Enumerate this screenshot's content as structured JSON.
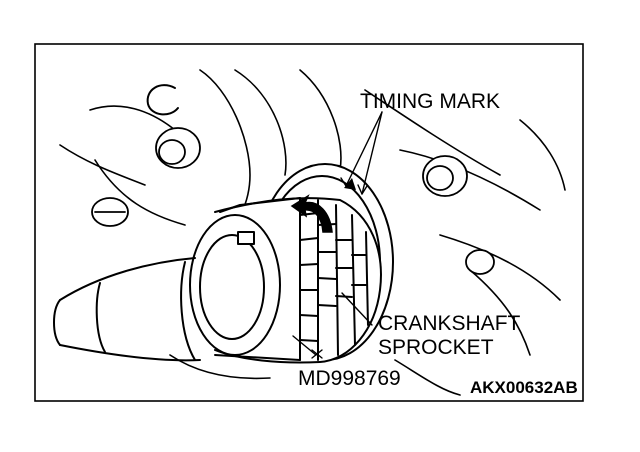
{
  "labels": {
    "timing_mark": "TIMING MARK",
    "crankshaft_sprocket_line1": "CRANKSHAFT",
    "crankshaft_sprocket_line2": "SPROCKET",
    "tool_number": "MD998769",
    "figure_id": "AKX00632AB"
  },
  "colors": {
    "ink": "#000000",
    "paper": "#ffffff"
  }
}
